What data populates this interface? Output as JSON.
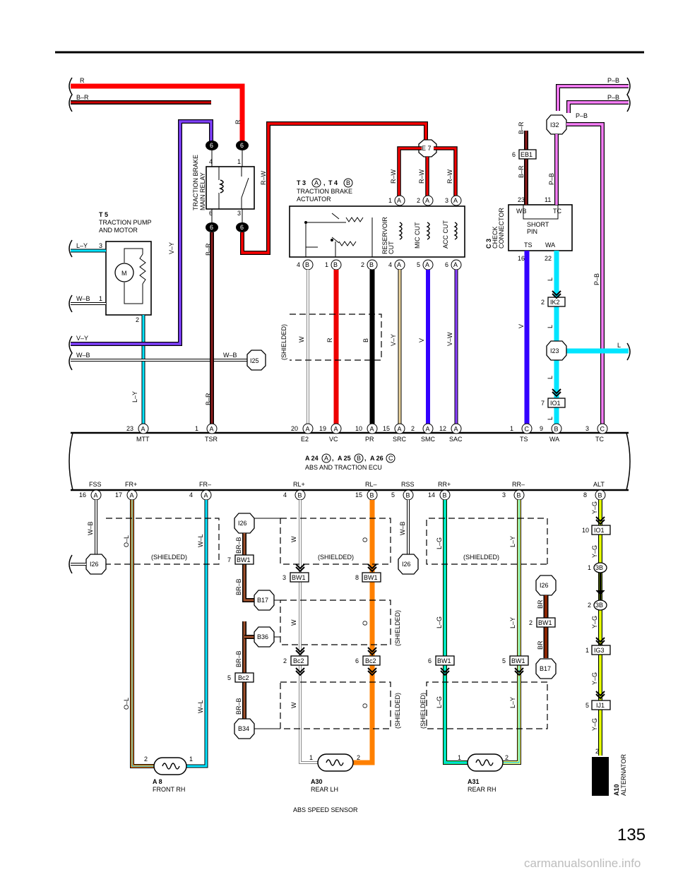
{
  "page_number": "135",
  "watermark": "carmanualsonline.info",
  "caption": "ABS SPEED SENSOR",
  "ecu": {
    "title": "ABS AND TRACTION ECU",
    "ids": [
      "A 24",
      "A 25",
      "A 26"
    ],
    "letters": [
      "A",
      "B",
      "C"
    ]
  },
  "top_wires": {
    "r": "R",
    "br": "B–R",
    "pb1": "P–B",
    "pb2": "P–B",
    "pb3": "P–B"
  },
  "t5": {
    "id": "T 5",
    "line1": "TRACTION PUMP",
    "line2": "AND MOTOR",
    "motor": "M",
    "pins": [
      "3",
      "1",
      "2"
    ],
    "w1": "L–Y",
    "w2": "W–B",
    "w3": "V–Y",
    "w4": "W–B",
    "w5": "L–Y"
  },
  "relay": {
    "line1": "TRACTION BRAKE",
    "line2": "MAIN RELAY",
    "conn": "6",
    "pins": [
      "4",
      "1",
      "6",
      "3"
    ],
    "w_vy": "V–Y",
    "w_r": "R",
    "w_rw": "R–W",
    "w_br1": "B–R",
    "w_br2": "B–R",
    "w_wb": "W–B"
  },
  "actuator": {
    "ids": [
      "T 3",
      "T 4"
    ],
    "letters": [
      "A",
      "B"
    ],
    "line1": "TRACTION BRAKE",
    "line2": "ACTUATOR",
    "sol1": [
      "RESERVOIR",
      "CUT"
    ],
    "sol2": "MIC CUT",
    "sol3": "ACC CUT",
    "e7": "E 7",
    "rw": "R–W",
    "top_pins": [
      "1",
      "2",
      "3"
    ],
    "bot_pins": [
      "4",
      "1",
      "2",
      "4",
      "5",
      "6"
    ],
    "wires": [
      "W",
      "R",
      "B",
      "V–Y",
      "V",
      "V–W"
    ],
    "shielded": "(SHIELDED)"
  },
  "check": {
    "id": "C 3",
    "line1": "CHECK",
    "line2": "CONNECTOR",
    "wb": "WB",
    "tc": "TC",
    "ts": "TS",
    "wa": "WA",
    "short": [
      "SHORT",
      "PIN"
    ],
    "pins": [
      "23",
      "11",
      "16",
      "22"
    ],
    "i32": "I32",
    "eb1": "EB1",
    "eb1_pin": "6",
    "w_br": "B–R",
    "w_pb": "P–B",
    "w_v": "V",
    "w_l": "L",
    "ik2": "IK2",
    "ik2_pin": "2",
    "i23": "I23",
    "io1": "IO1",
    "io1_pin": "7"
  },
  "ecu_top": [
    {
      "pin": "23",
      "ltr": "A",
      "name": "MTT"
    },
    {
      "pin": "1",
      "ltr": "A",
      "name": "TSR"
    },
    {
      "pin": "20",
      "ltr": "A",
      "name": "E2"
    },
    {
      "pin": "19",
      "ltr": "A",
      "name": "VC"
    },
    {
      "pin": "10",
      "ltr": "A",
      "name": "PR"
    },
    {
      "pin": "15",
      "ltr": "A",
      "name": "SRC"
    },
    {
      "pin": "2",
      "ltr": "A",
      "name": "SMC"
    },
    {
      "pin": "12",
      "ltr": "A",
      "name": "SAC"
    },
    {
      "pin": "1",
      "ltr": "C",
      "name": "TS"
    },
    {
      "pin": "9",
      "ltr": "B",
      "name": "WA"
    },
    {
      "pin": "3",
      "ltr": "C",
      "name": "TC"
    }
  ],
  "ecu_bot": [
    {
      "pin": "16",
      "ltr": "A",
      "name": "FSS"
    },
    {
      "pin": "17",
      "ltr": "A",
      "name": "FR+"
    },
    {
      "pin": "4",
      "ltr": "A",
      "name": "FR–"
    },
    {
      "pin": "4",
      "ltr": "B",
      "name": "RL+"
    },
    {
      "pin": "15",
      "ltr": "B",
      "name": "RL–"
    },
    {
      "pin": "5",
      "ltr": "B",
      "name": "RSS"
    },
    {
      "pin": "14",
      "ltr": "B",
      "name": "RR+"
    },
    {
      "pin": "3",
      "ltr": "B",
      "name": "RR–"
    },
    {
      "pin": "8",
      "ltr": "B",
      "name": "ALT"
    }
  ],
  "lower": {
    "wb": "W–B",
    "ol": "O–L",
    "wl": "W–L",
    "i26": "I26",
    "shielded": "(SHIELDED)",
    "brb": "BR–B",
    "bw1": "BW1",
    "b17": "B17",
    "b36": "B36",
    "bc2": "Bc2",
    "b34": "B34",
    "w": "W",
    "o": "O",
    "lg": "L–G",
    "ly": "L–Y",
    "br": "BR",
    "yg": "Y–G",
    "io1": "IO1",
    "b3": "3B",
    "ig3": "IG3",
    "ij1": "IJ1",
    "pins": {
      "bw1_7": "7",
      "bw1_3": "3",
      "bw1_8": "8",
      "bc2_2": "2",
      "bc2_6": "6",
      "bc2_5": "5",
      "bw1_6": "6",
      "bw1_5": "5",
      "bw1_2": "2",
      "io1_10": "10",
      "b3_1": "1",
      "b3_2": "2",
      "ig3_1": "1",
      "ij1_5": "5",
      "alt_2": "2"
    }
  },
  "sensors": {
    "a8": {
      "id": "A 8",
      "name": "FRONT RH",
      "p1": "2",
      "p2": "1"
    },
    "a30": {
      "id": "A30",
      "name": "REAR LH",
      "p1": "1",
      "p2": "2"
    },
    "a31": {
      "id": "A31",
      "name": "REAR RH",
      "p1": "1",
      "p2": "2"
    }
  },
  "alternator": {
    "id": "A10",
    "name": "ALTERNATOR"
  },
  "colors": {
    "red": "#f00000",
    "darkred": "#8b1a1a",
    "orange": "#ff8000",
    "blue": "#3300ff",
    "violet": "#6a2cd8",
    "pink": "#ff80ff",
    "cyan": "#00e5ff",
    "lime": "#66e000",
    "yellow": "#eeee00",
    "tan": "#f0d8a0",
    "gray": "#b8b8b8"
  }
}
